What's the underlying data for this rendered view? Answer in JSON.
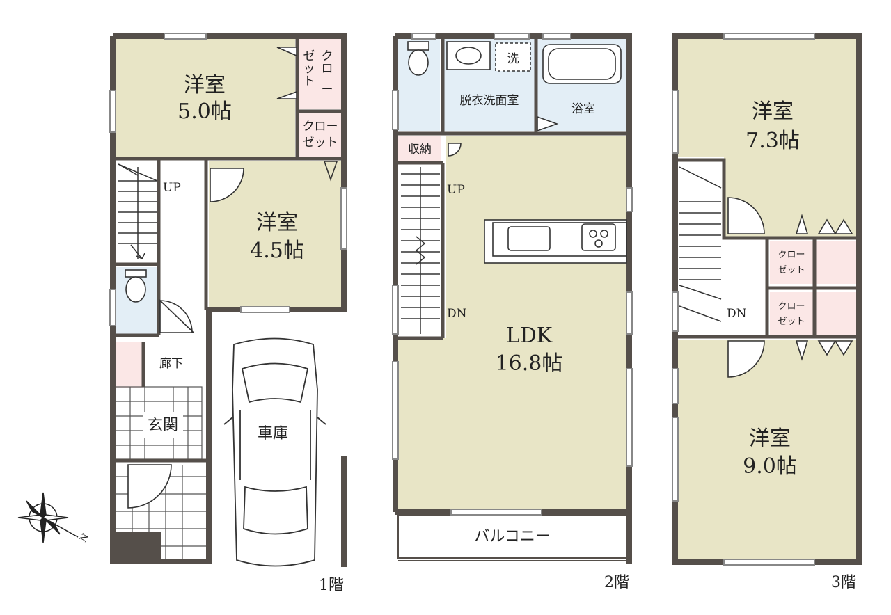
{
  "colors": {
    "wall": "#554f4a",
    "room_tan": "#e8e5c6",
    "room_blue": "#e3eef6",
    "closet_pink": "#fbe7e6",
    "floor_white": "#ffffff"
  },
  "compass": {
    "north_label": "N"
  },
  "floor1": {
    "label": "1階",
    "room_a": {
      "name": "洋室",
      "size": "5.0帖"
    },
    "closet_vertical": [
      "ク",
      "ロ",
      "ー",
      "ゼ",
      "ッ",
      "ト"
    ],
    "closet2": {
      "line1": "クロー",
      "line2": "ゼット"
    },
    "room_b": {
      "name": "洋室",
      "size": "4.5帖"
    },
    "stairs_up": "UP",
    "hallway": "廊下",
    "entrance": "玄関",
    "garage": "車庫"
  },
  "floor2": {
    "label": "2階",
    "dressing": "脱衣洗面室",
    "washer_mark": "洗",
    "bath": "浴室",
    "storage": "収納",
    "stairs_up": "UP",
    "stairs_down": "DN",
    "ldk_name": "LDK",
    "ldk_size": "16.8帖",
    "balcony": "バルコニー"
  },
  "floor3": {
    "label": "3階",
    "room_a": {
      "name": "洋室",
      "size": "7.3帖"
    },
    "stairs_down": "DN",
    "closet_a": {
      "line1": "クロー",
      "line2": "ゼット"
    },
    "closet_b": {
      "line1": "クロー",
      "line2": "ゼット"
    },
    "room_b": {
      "name": "洋室",
      "size": "9.0帖"
    }
  }
}
